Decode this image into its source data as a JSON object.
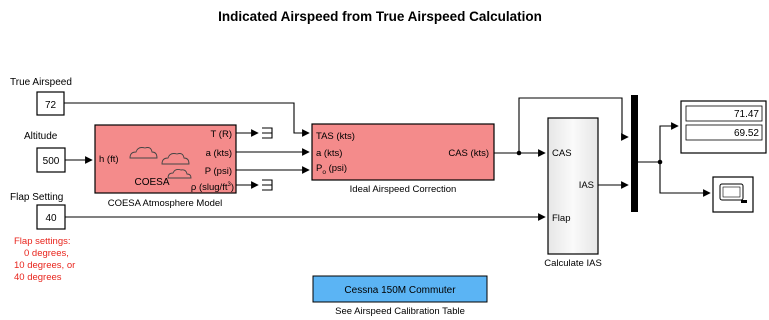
{
  "title": "Indicated Airspeed from True Airspeed Calculation",
  "constants": [
    {
      "label": "True Airspeed",
      "value": "72"
    },
    {
      "label": "Altitude",
      "value": "500"
    },
    {
      "label": "Flap Setting",
      "value": "40"
    }
  ],
  "note": {
    "lines": [
      "Flap settings:",
      "0 degrees,",
      "10 degrees, or",
      "40 degrees"
    ],
    "color": "#e8251d"
  },
  "coesa": {
    "caption": "COESA Atmosphere Model",
    "inner_label": "COESA",
    "input_port": "h (ft)",
    "output_ports": [
      "T (R)",
      "a (kts)",
      "P (psi)",
      "ρ (slug/ft",
      "3",
      ")"
    ],
    "fill": "#f48b8b"
  },
  "correction": {
    "caption": "Ideal Airspeed Correction",
    "input_ports": [
      "TAS (kts)",
      "a (kts)",
      "P",
      "o",
      " (psi)"
    ],
    "output_port": "CAS (kts)",
    "fill": "#f48b8b"
  },
  "calc": {
    "caption": "Calculate IAS",
    "input_ports": [
      "CAS",
      "Flap"
    ],
    "output_port": "IAS"
  },
  "display": {
    "values": [
      "71.47",
      "69.52"
    ]
  },
  "scope": {
    "icon": "scope-icon"
  },
  "link_button": {
    "label": "Cessna 150M Commuter",
    "caption": "See Airspeed Calibration Table",
    "fill": "#5bb4f4"
  }
}
